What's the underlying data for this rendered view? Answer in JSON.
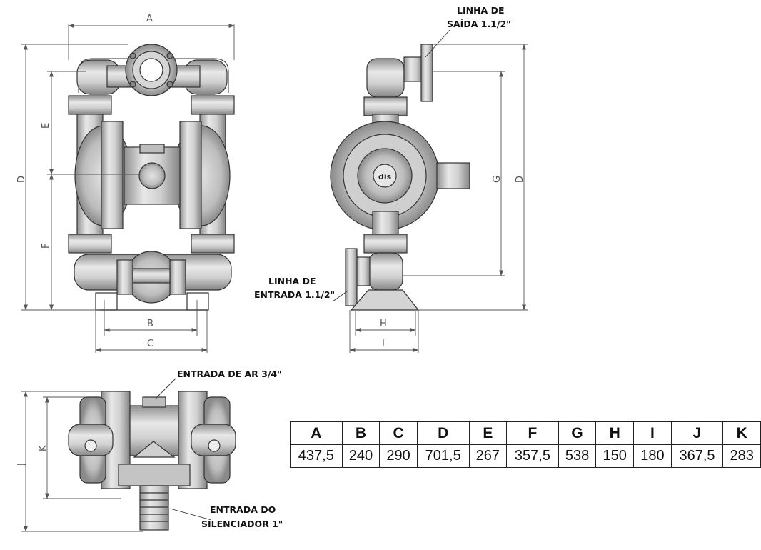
{
  "labels": {
    "outlet": [
      "LINHA DE",
      "SAÍDA 1.1/2\""
    ],
    "inlet": [
      "LINHA DE",
      "ENTRADA 1.1/2\""
    ],
    "air_inlet": "ENTRADA DE AR 3/4\"",
    "silencer": [
      "ENTRADA DO",
      "SILENCIADOR 1\""
    ],
    "brand": "dis"
  },
  "dims": {
    "front": {
      "A": "A",
      "B": "B",
      "C": "C",
      "D": "D",
      "E": "E",
      "F": "F"
    },
    "side": {
      "D": "D",
      "G": "G",
      "H": "H",
      "I": "I"
    },
    "bottom": {
      "J": "J",
      "K": "K"
    }
  },
  "table": {
    "headers": [
      "A",
      "B",
      "C",
      "D",
      "E",
      "F",
      "G",
      "H",
      "I",
      "J",
      "K"
    ],
    "values": [
      "437,5",
      "240",
      "290",
      "701,5",
      "267",
      "357,5",
      "538",
      "150",
      "180",
      "367,5",
      "283"
    ]
  },
  "colors": {
    "metal": "#c9c9c9",
    "metal_dark": "#9a9a9a",
    "line": "#333333",
    "dim": "#555555"
  }
}
